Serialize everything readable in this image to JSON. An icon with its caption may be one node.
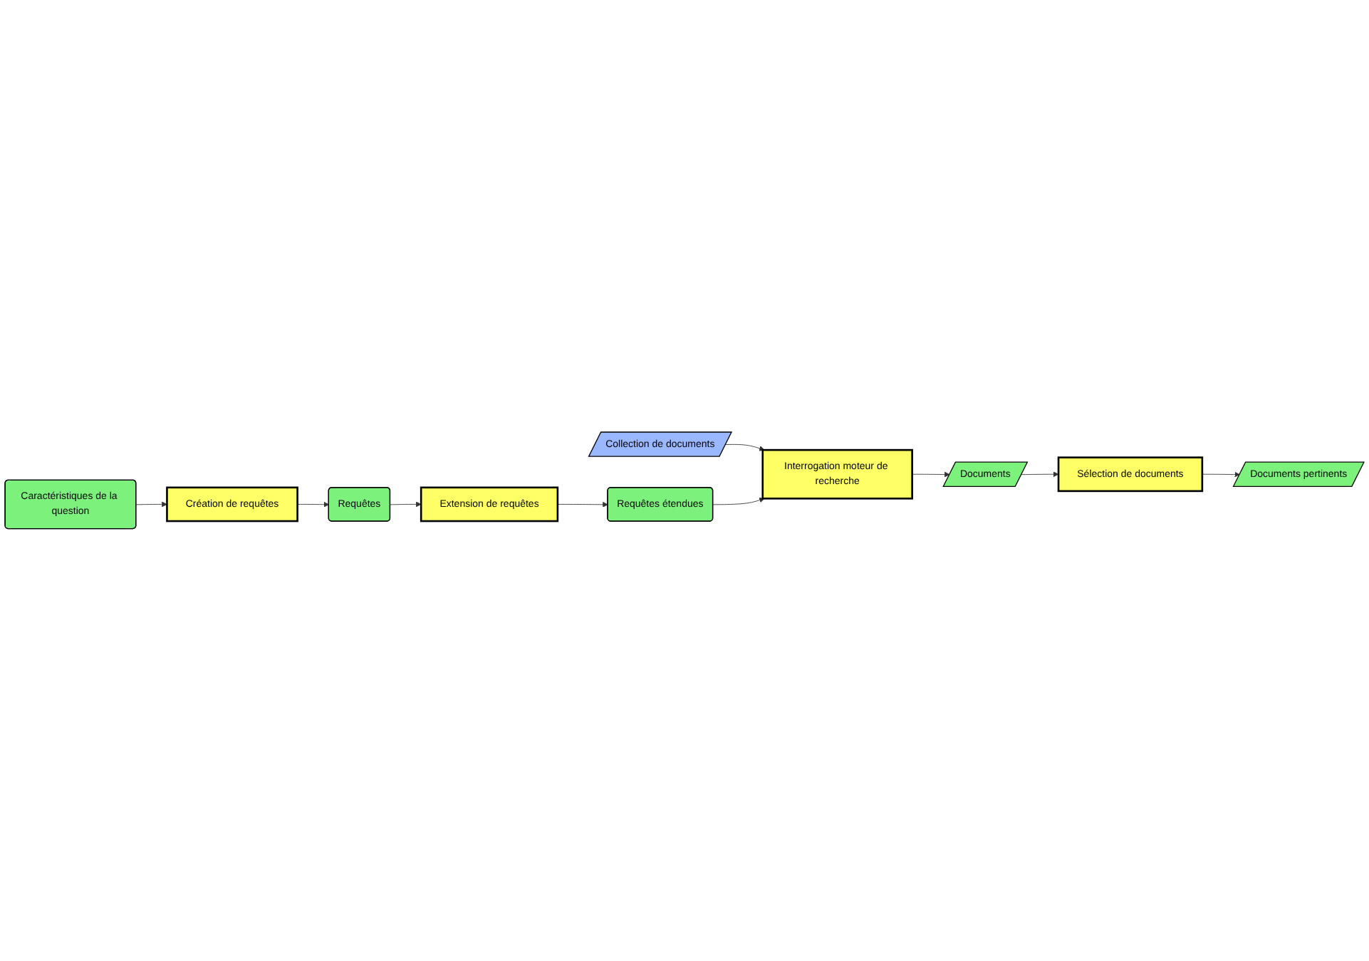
{
  "diagram": {
    "nodes": [
      {
        "text": [
          "Caractéristiques de la question"
        ]
      },
      {
        "text": [
          "Création de requêtes"
        ]
      },
      {
        "text": [
          "Requêtes"
        ]
      },
      {
        "text": [
          "Extension de requêtes"
        ]
      },
      {
        "text": [
          "Collection de documents"
        ]
      },
      {
        "text": [
          "Requêtes étendues"
        ]
      },
      {
        "text": [
          "Interrogation moteur de recherche"
        ]
      },
      {
        "text": [
          "Documents"
        ]
      },
      {
        "text": [
          "Sélection de documents"
        ]
      },
      {
        "text": [
          "Documents pertinents"
        ]
      }
    ],
    "edges": [
      {
        "from": 0,
        "to": 1,
        "arrow": "to"
      },
      {
        "from": 1,
        "to": 2,
        "arrow": "to"
      },
      {
        "from": 2,
        "to": 3,
        "arrow": "to"
      },
      {
        "from": 3,
        "to": 5,
        "arrow": "to"
      },
      {
        "from": 4,
        "to": 6,
        "arrow": "to"
      },
      {
        "from": 5,
        "to": 6,
        "arrow": "to"
      },
      {
        "from": 6,
        "to": 7,
        "arrow": "to"
      },
      {
        "from": 7,
        "to": 8,
        "arrow": "to"
      },
      {
        "from": 8,
        "to": 9,
        "arrow": "to"
      }
    ]
  }
}
